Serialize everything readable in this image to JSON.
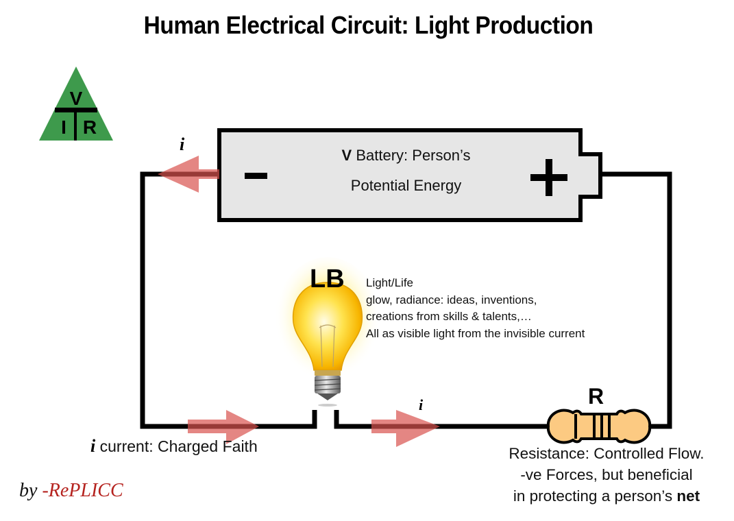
{
  "title": "Human Electrical Circuit:  Light Production",
  "vir_triangle": {
    "top": "V",
    "bottom_left": "I",
    "bottom_right": "R",
    "color": "#3e9a4c"
  },
  "battery": {
    "symbol": "V",
    "line1": "Battery: Person’s",
    "line2": "Potential Energy",
    "negative_sign": "−",
    "positive_sign": "+",
    "fill": "#e6e6e6"
  },
  "current_symbol": "i",
  "light_bulb": {
    "label": "LB",
    "description": [
      "Light/Life",
      "glow, radiance: ideas, inventions,",
      "creations from skills & talents,…",
      "All as visible light from the invisible current"
    ]
  },
  "resistor": {
    "label": "R",
    "fill": "#fcca82",
    "description": [
      "Resistance: Controlled Flow.",
      "-ve Forces, but beneficial",
      "in protecting a person’s "
    ],
    "description_bold": "net"
  },
  "current_label": "current: Charged Faith",
  "author": {
    "by": "by",
    "name": "-RePLICC"
  },
  "arrow_color": "#d9534f"
}
